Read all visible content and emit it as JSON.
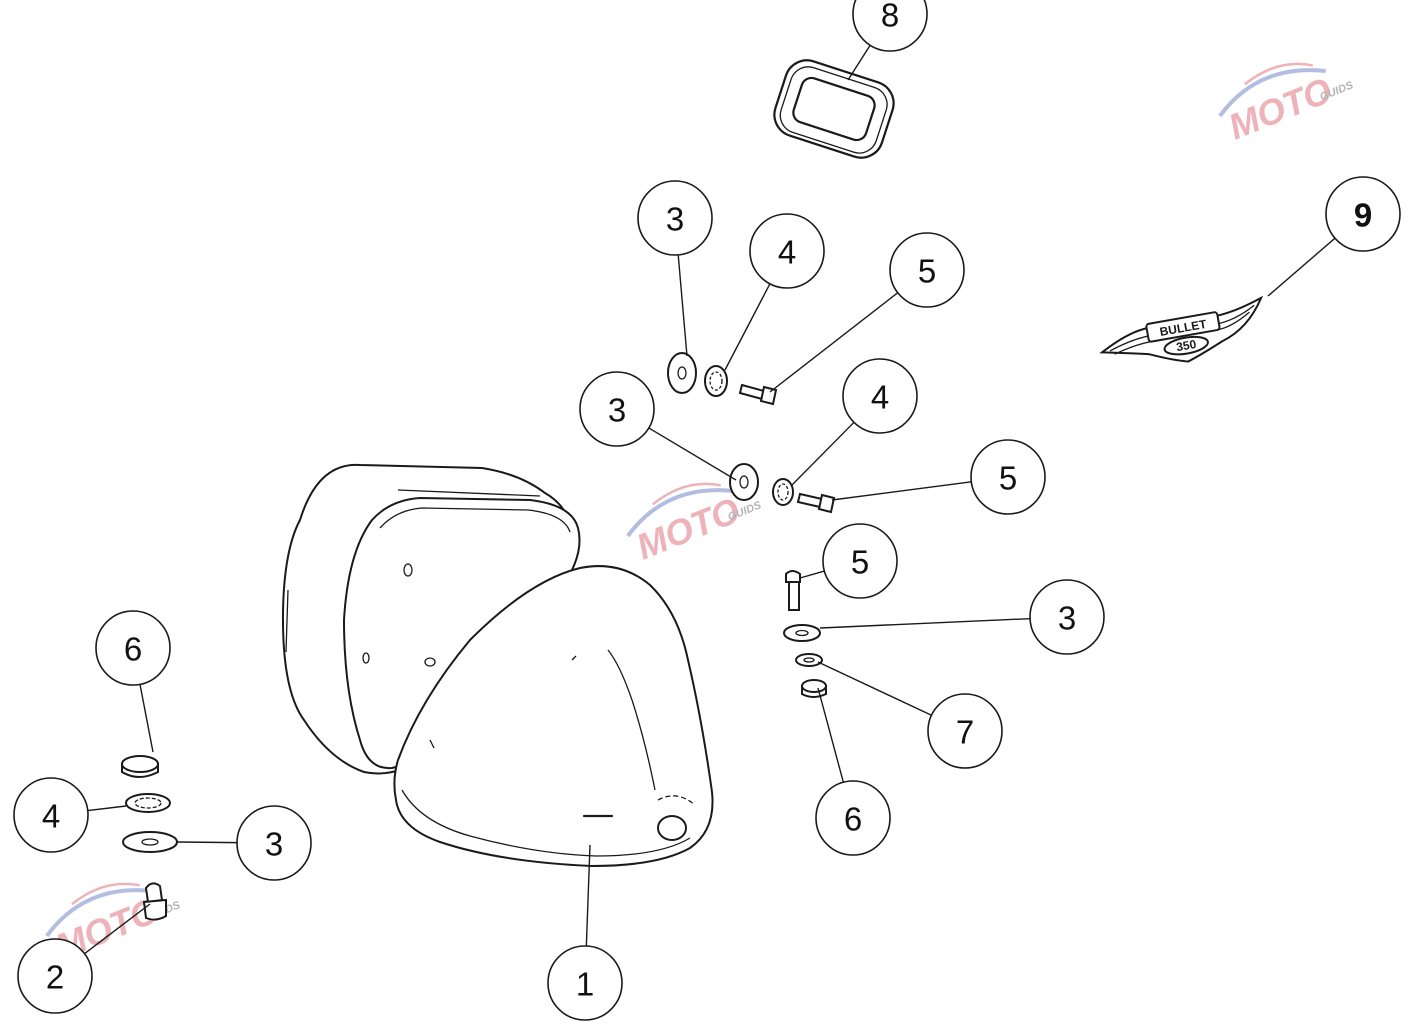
{
  "callouts": [
    {
      "label": "8"
    },
    {
      "label": "3"
    },
    {
      "label": "4"
    },
    {
      "label": "5"
    },
    {
      "label": "9"
    },
    {
      "label": "3"
    },
    {
      "label": "4"
    },
    {
      "label": "5"
    },
    {
      "label": "5"
    },
    {
      "label": "3"
    },
    {
      "label": "7"
    },
    {
      "label": "6"
    },
    {
      "label": "6"
    },
    {
      "label": "4"
    },
    {
      "label": "3"
    },
    {
      "label": "2"
    },
    {
      "label": "1"
    }
  ],
  "badge": {
    "line1": "BULLET",
    "line2": "350"
  },
  "watermark": {
    "brand": "MOTO",
    "sub": "GUIDS"
  },
  "colors": {
    "watermark_blue": "#9aa7d9",
    "watermark_red": "#e79aa2",
    "watermark_gray": "#9c9c9c"
  }
}
